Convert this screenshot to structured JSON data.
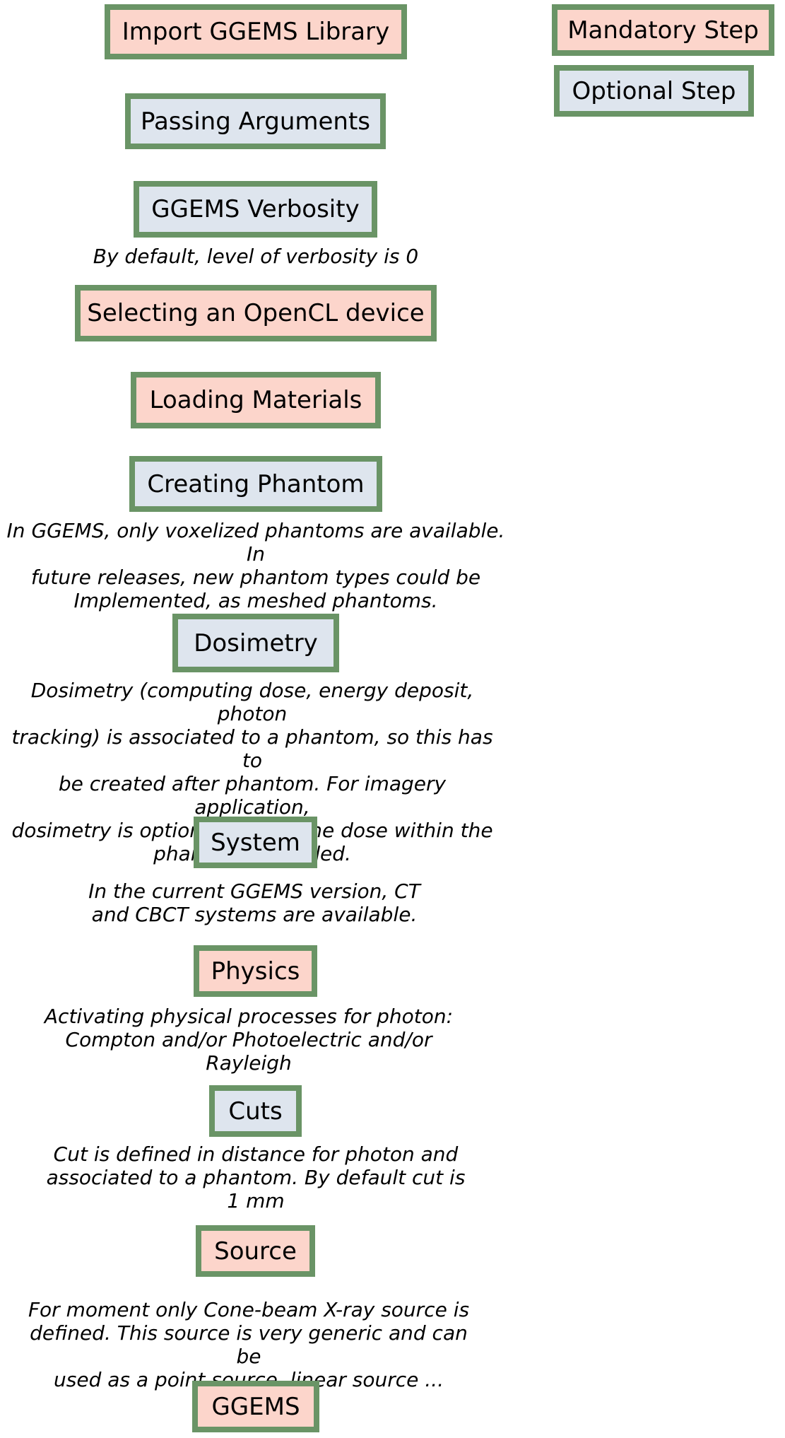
{
  "colors": {
    "mandatory_fill": "#fcd5cb",
    "optional_fill": "#dee5ee",
    "border": "#6a9466"
  },
  "legend": {
    "mandatory": "Mandatory Step",
    "optional": "Optional Step"
  },
  "steps": [
    {
      "label": "Import GGEMS Library",
      "kind": "mandatory"
    },
    {
      "label": "Passing Arguments",
      "kind": "optional"
    },
    {
      "label": "GGEMS Verbosity",
      "kind": "optional",
      "note": "By default, level of verbosity is 0"
    },
    {
      "label": "Selecting an OpenCL device",
      "kind": "mandatory"
    },
    {
      "label": "Loading Materials",
      "kind": "mandatory"
    },
    {
      "label": "Creating Phantom",
      "kind": "optional",
      "note": "In GGEMS, only voxelized phantoms are available. In\nfuture releases, new phantom types could be\nImplemented, as meshed phantoms."
    },
    {
      "label": "Dosimetry",
      "kind": "optional",
      "note": "Dosimetry (computing dose, energy deposit, photon\ntracking) is associated to a phantom, so this has to\nbe created after phantom. For imagery application,\ndosimetry is optional, unless the dose within the\nphantom is needed."
    },
    {
      "label": "System",
      "kind": "optional",
      "note": "In the current GGEMS version, CT\nand CBCT systems are available."
    },
    {
      "label": "Physics",
      "kind": "mandatory",
      "note": "Activating physical processes for photon:\nCompton and/or Photoelectric and/or\nRayleigh"
    },
    {
      "label": "Cuts",
      "kind": "optional",
      "note": "Cut is defined in distance for photon and\nassociated to a phantom. By default cut is\n1 mm"
    },
    {
      "label": "Source",
      "kind": "mandatory",
      "note": "For moment only Cone-beam X-ray source is\ndefined. This source is very generic and can be\nused as a point source, linear source ..."
    },
    {
      "label": "GGEMS",
      "kind": "mandatory"
    }
  ]
}
